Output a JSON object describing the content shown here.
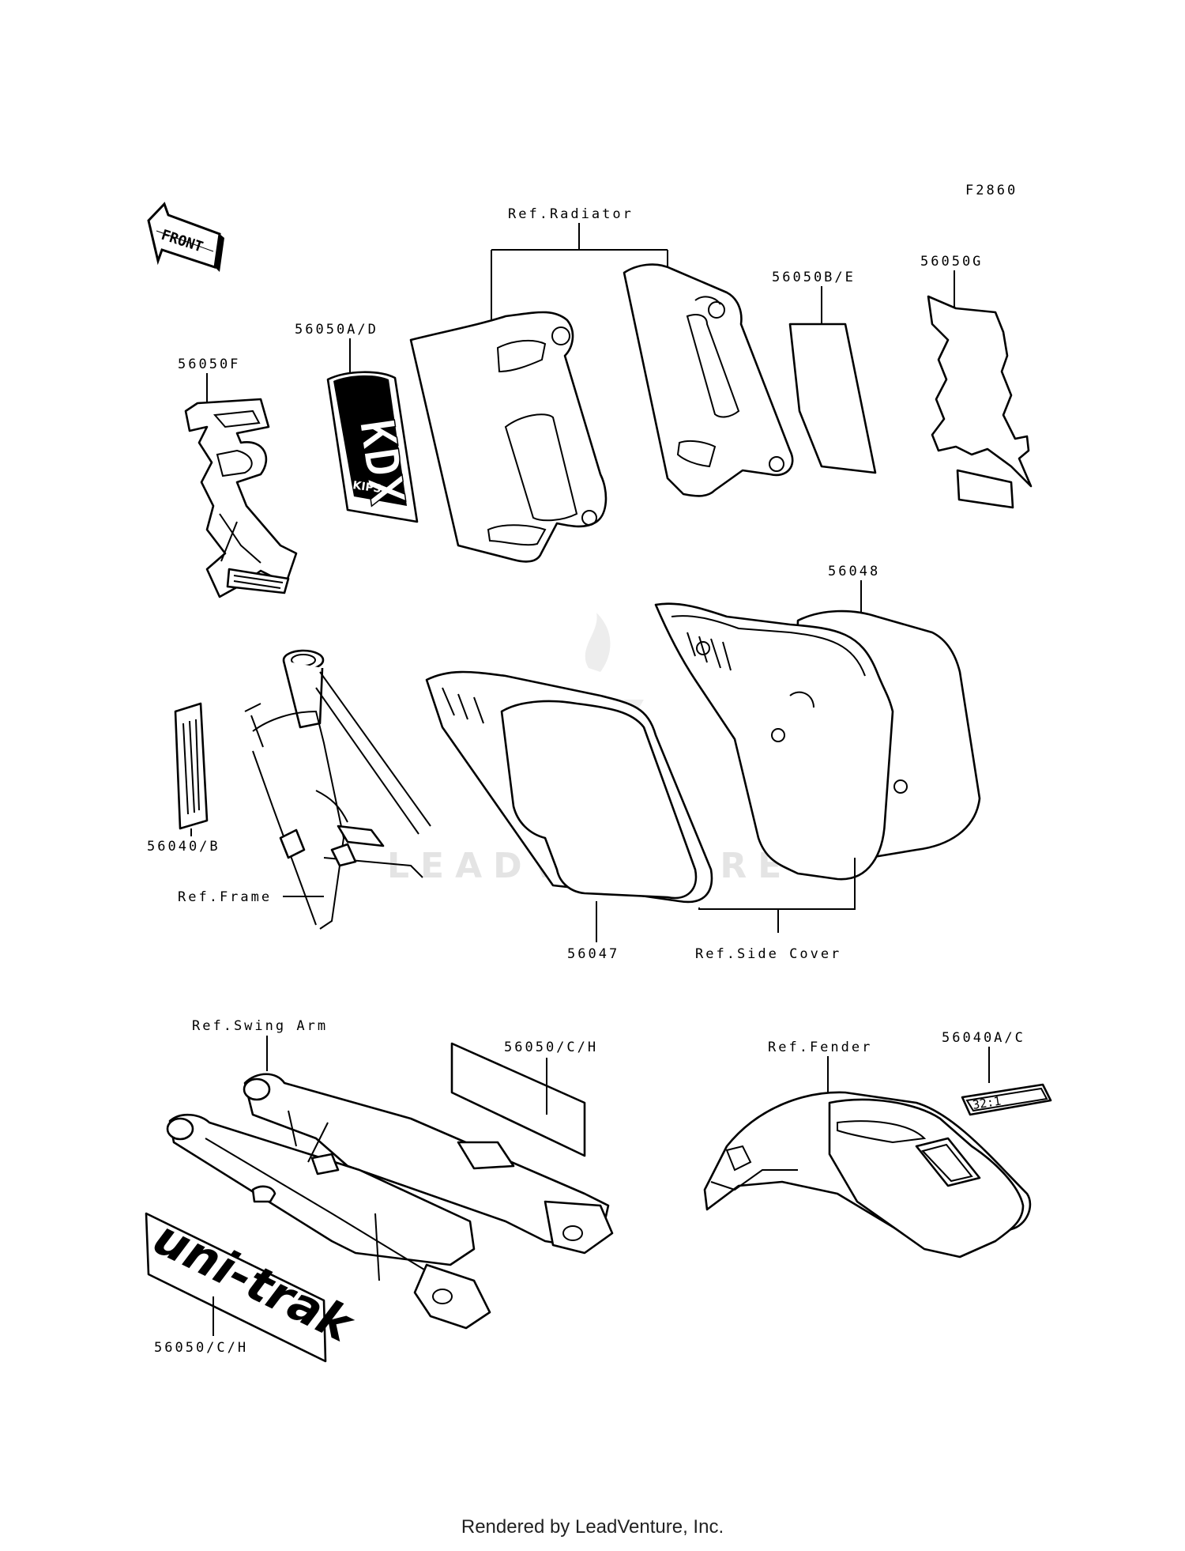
{
  "figure_code": "F2860",
  "front_arrow": "FRONT",
  "labels": {
    "ref_radiator": "Ref.Radiator",
    "p56050BE": "56050B/E",
    "p56050G": "56050G",
    "p56050AD": "56050A/D",
    "p56050F": "56050F",
    "p56048": "56048",
    "p56040B": "56040/B",
    "ref_frame": "Ref.Frame",
    "p56047": "56047",
    "ref_side_cover": "Ref.Side Cover",
    "ref_swing_arm": "Ref.Swing Arm",
    "p56050CH_top": "56050/C/H",
    "ref_fender": "Ref.Fender",
    "p56040AC": "56040A/C",
    "p56050CH_bottom": "56050/C/H"
  },
  "decals": {
    "kdx_small": "KDX",
    "kips": "KIPS",
    "unitrak": "uni-trak",
    "ratio": "32:1"
  },
  "watermark": "LEADVENTURE",
  "footer": "Rendered by LeadVenture, Inc."
}
